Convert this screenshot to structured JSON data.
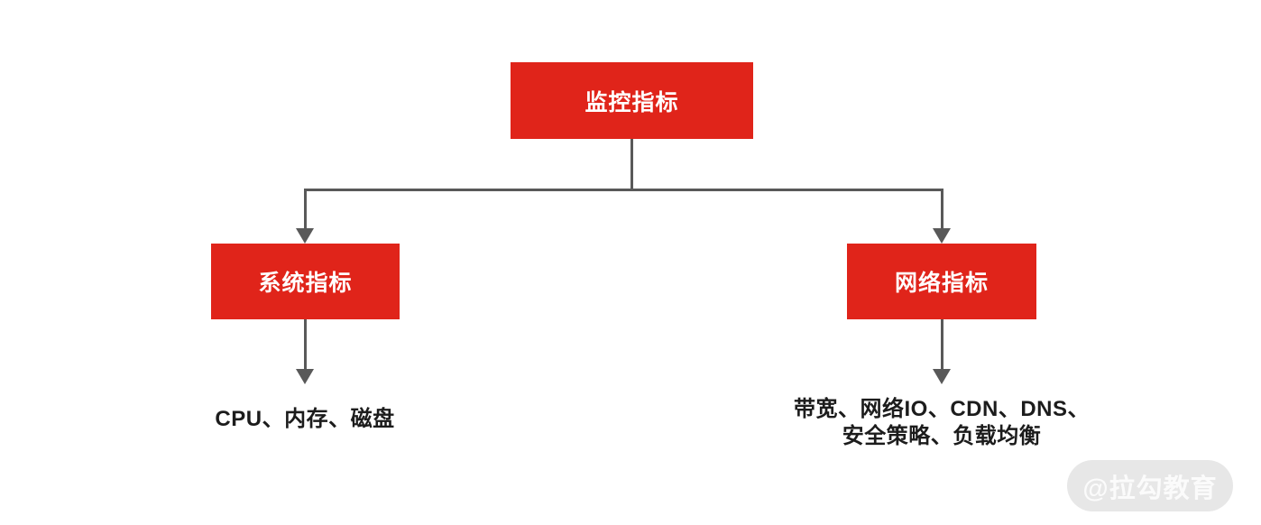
{
  "diagram": {
    "root": {
      "label": "监控指标"
    },
    "children": [
      {
        "label": "系统指标",
        "leaf_lines": [
          "CPU、内存、磁盘"
        ]
      },
      {
        "label": "网络指标",
        "leaf_lines": [
          "带宽、网络IO、CDN、DNS、",
          "安全策略、负载均衡"
        ]
      }
    ],
    "colors": {
      "node_fill": "#e0241a",
      "node_text": "#ffffff",
      "connector": "#595959",
      "leaf_text": "#1c1c1c"
    }
  },
  "watermark": {
    "label": "@拉勾教育",
    "background": "#e7e7e7",
    "text_color": "#fbfbfb"
  }
}
